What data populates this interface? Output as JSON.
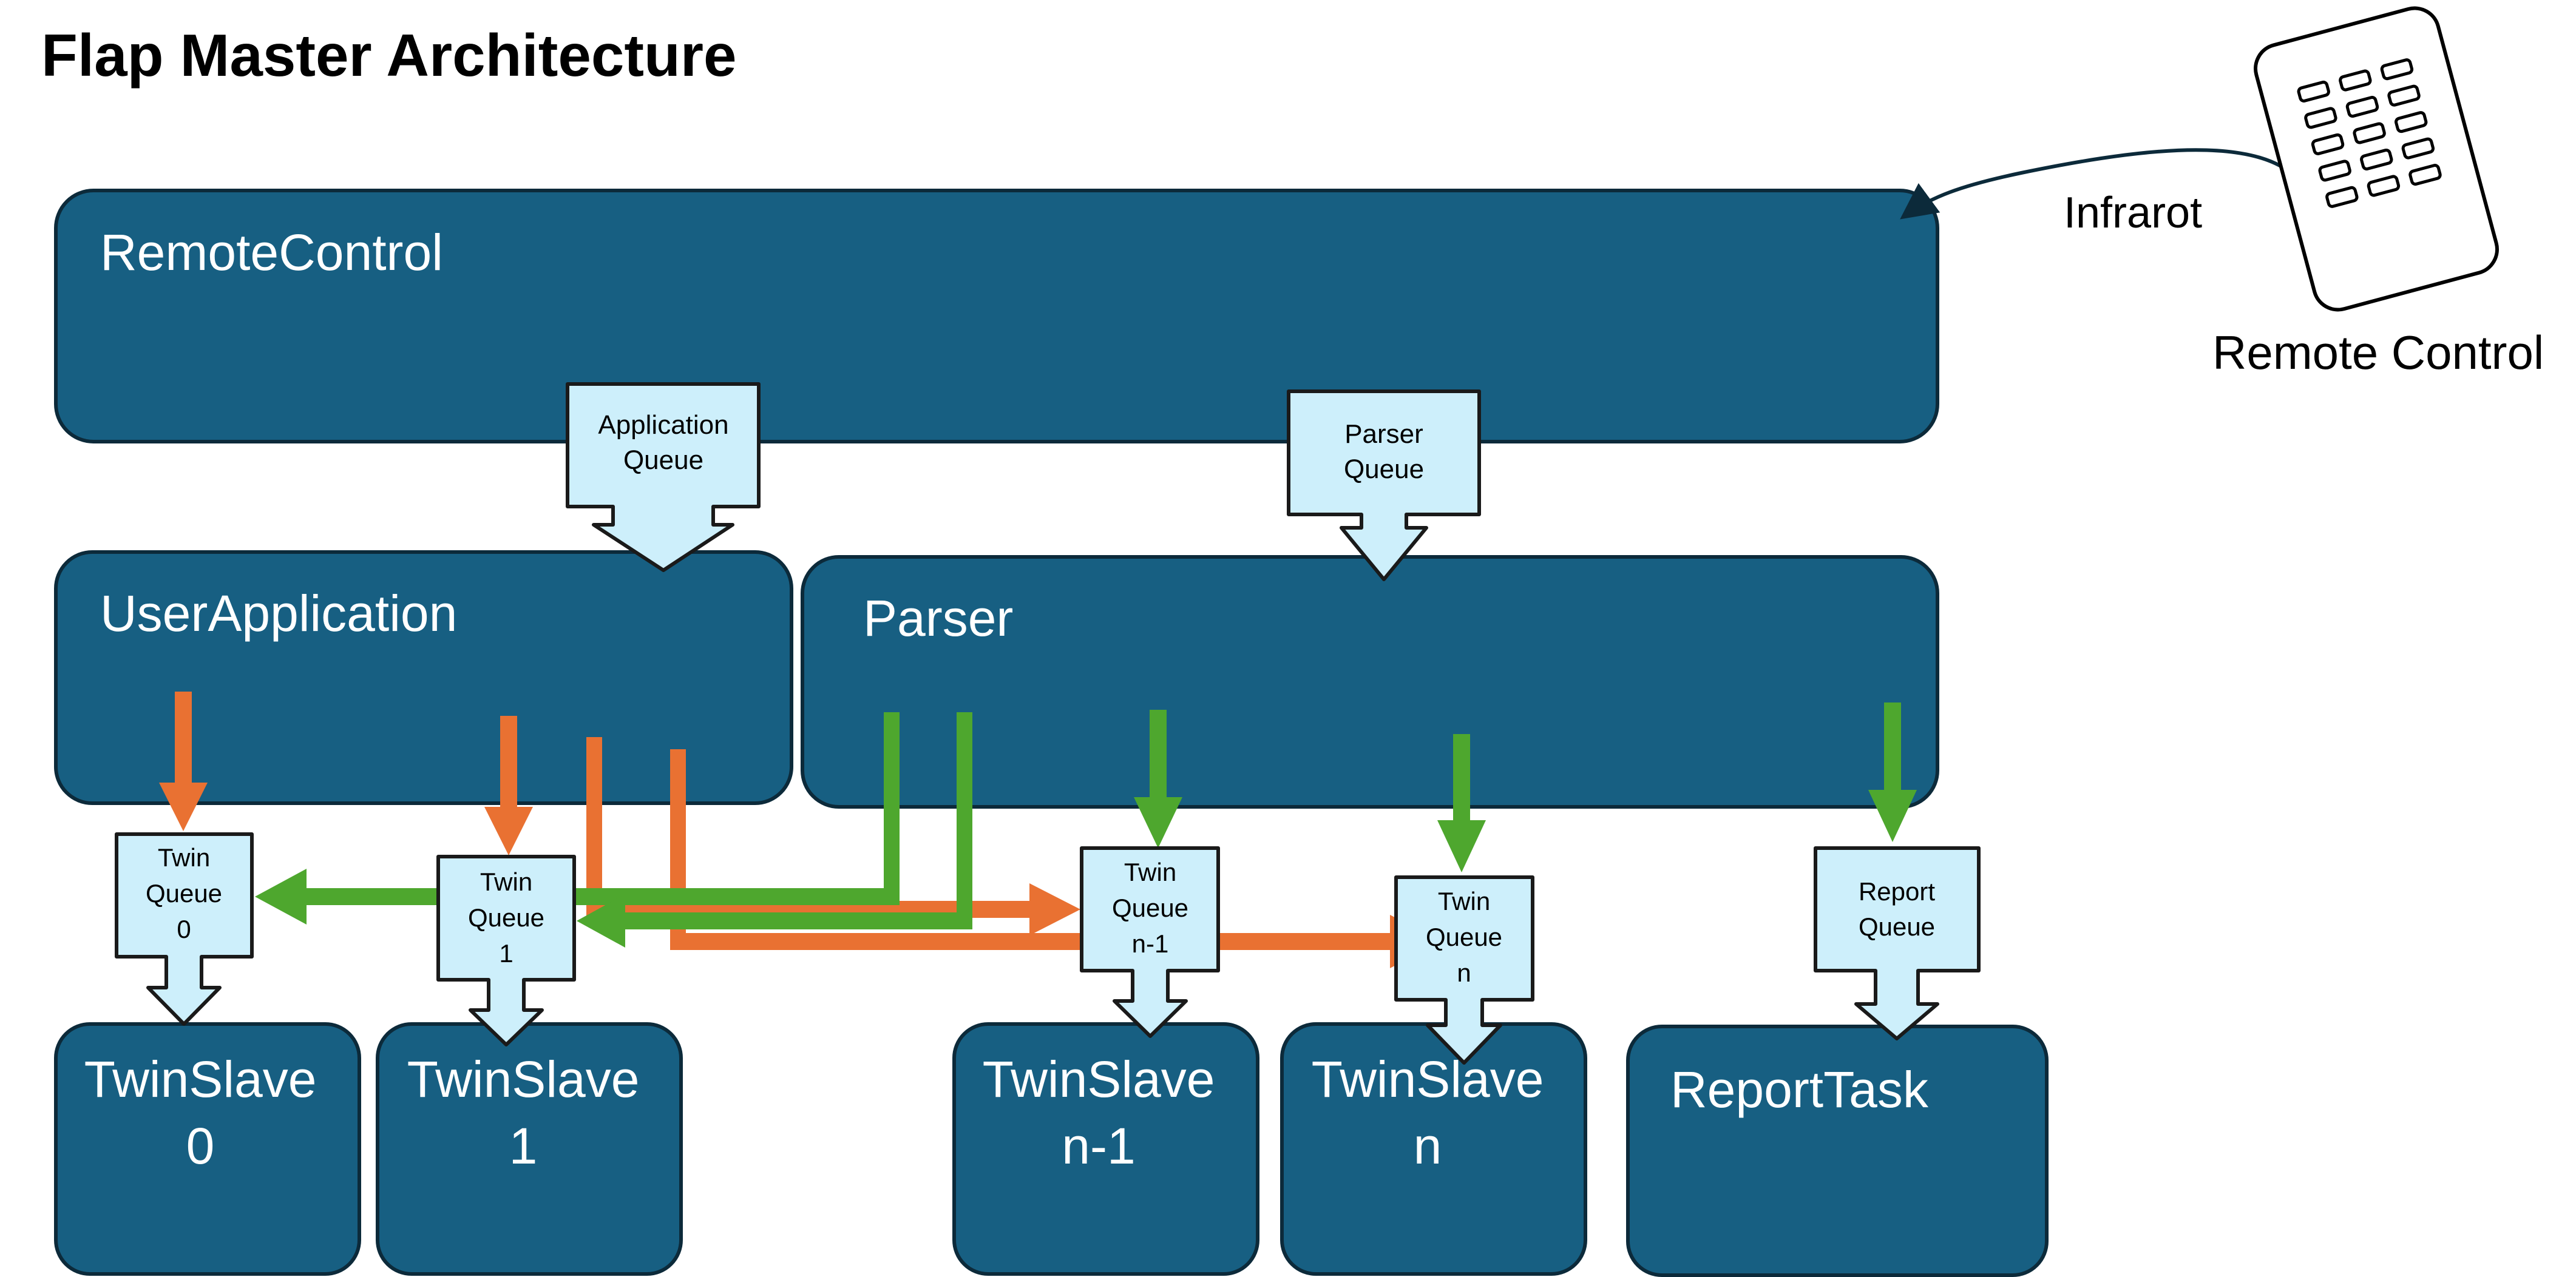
{
  "title": "Flap Master Architecture",
  "colors": {
    "box_fill": "#175F82",
    "box_stroke": "#0C2A3A",
    "queue_fill": "#CDEFFB",
    "queue_stroke": "#1A1A1A",
    "orange": "#E97132",
    "green": "#4EA72E",
    "title": "#000000"
  },
  "components": {
    "remote_control": "RemoteControl",
    "user_application": "UserApplication",
    "parser": "Parser",
    "twin_slave_0": [
      "TwinSlave",
      "0"
    ],
    "twin_slave_1": [
      "TwinSlave",
      "1"
    ],
    "twin_slave_n1": [
      "TwinSlave",
      "n-1"
    ],
    "twin_slave_n": [
      "TwinSlave",
      "n"
    ],
    "report_task": "ReportTask"
  },
  "queues": {
    "application": [
      "Application",
      "Queue"
    ],
    "parser": [
      "Parser",
      "Queue"
    ],
    "twin_0": [
      "Twin",
      "Queue",
      "0"
    ],
    "twin_1": [
      "Twin",
      "Queue",
      "1"
    ],
    "twin_n1": [
      "Twin",
      "Queue",
      "n-1"
    ],
    "twin_n": [
      "Twin",
      "Queue",
      "n"
    ],
    "report": [
      "Report",
      "Queue"
    ]
  },
  "external": {
    "infrared_label": "Infrarot",
    "remote_device_label": "Remote Control",
    "remote_icon": "remote-control-icon"
  }
}
